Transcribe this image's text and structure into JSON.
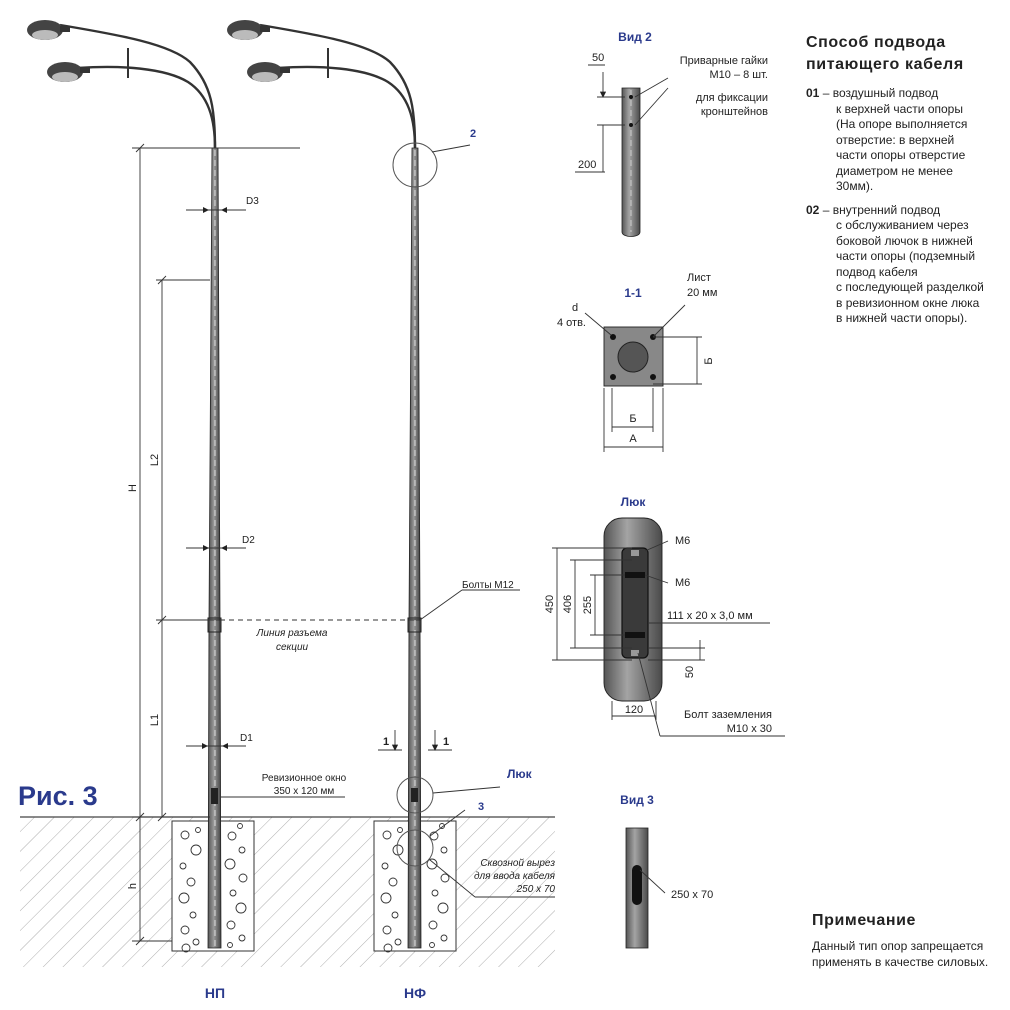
{
  "figure_label": "Рис. 3",
  "poles": {
    "left_label": "НП",
    "right_label": "НФ"
  },
  "dims": {
    "H": "H",
    "L1": "L1",
    "L2": "L2",
    "h": "h",
    "D1": "D1",
    "D2": "D2",
    "D3": "D3"
  },
  "callouts": {
    "c2": "2",
    "c3": "3",
    "luk": "Люк",
    "s1a": "1",
    "s1b": "1",
    "bolts": "Болты М12",
    "split1": "Линия разъема",
    "split2": "секции",
    "rev1": "Ревизионное окно",
    "rev2": "350 x 120 мм",
    "cut1": "Сквозной вырез",
    "cut2": "для ввода кабеля",
    "cut3": "250 x 70"
  },
  "bug2": {
    "title": "Вид 2",
    "d50": "50",
    "d200": "200",
    "t1": "Приварные гайки",
    "t2": "М10 – 8 шт.",
    "t3": "для фиксации",
    "t4": "кронштейнов"
  },
  "s11": {
    "title": "1-1",
    "d": "d",
    "holes": "4 отв.",
    "sheet1": "Лист",
    "sheet2": "20 мм",
    "b1": "Б",
    "b2": "Б",
    "a": "А"
  },
  "hatch": {
    "title": "Люк",
    "m6a": "М6",
    "m6b": "М6",
    "d450": "450",
    "d406": "406",
    "d255": "255",
    "d50": "50",
    "d120": "120",
    "strip": "111 x 20 x 3,0 мм",
    "gnd1": "Болт заземления",
    "gnd2": "М10 x 30"
  },
  "bug3": {
    "title": "Вид 3",
    "size": "250 x 70"
  },
  "method": {
    "title1": "Способ подвода",
    "title2": "питающего кабеля",
    "items": [
      {
        "num": "01",
        "lines": [
          "– воздушный подвод",
          "к верхней части опоры",
          "(На опоре выполняется",
          "отверстие: в верхней",
          "части опоры отверстие",
          "диаметром не менее",
          "30мм)."
        ]
      },
      {
        "num": "02",
        "lines": [
          "– внутренний подвод",
          "с обслуживанием через",
          "боковой лючок в нижней",
          "части опоры (подземный",
          "подвод кабеля",
          "с последующей разделкой",
          "в ревизионном окне люка",
          "в нижней части опоры)."
        ]
      }
    ]
  },
  "note": {
    "title": "Примечание",
    "line1": "Данный тип опор запрещается",
    "line2": "применять в качестве силовых."
  }
}
